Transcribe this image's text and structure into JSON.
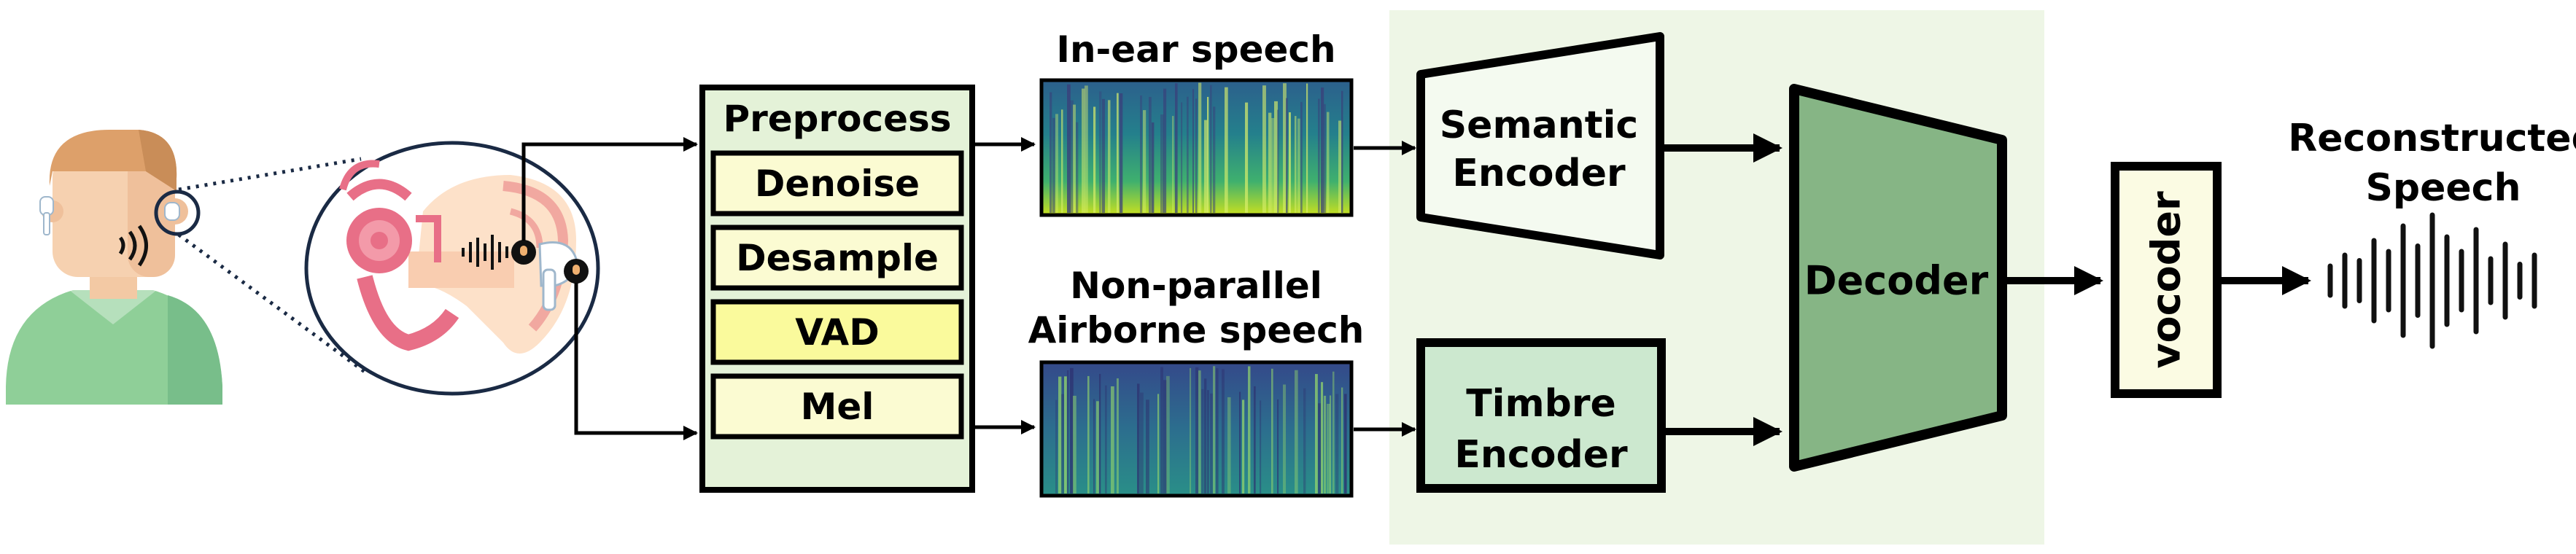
{
  "preprocess": {
    "title": "Preprocess",
    "steps": [
      "Denoise",
      "Desample",
      "VAD",
      "Mel"
    ]
  },
  "spectrograms": {
    "in_ear_title": "In-ear speech",
    "airborne_title_line1": "Non-parallel",
    "airborne_title_line2": "Airborne speech"
  },
  "encoders": {
    "semantic_line1": "Semantic",
    "semantic_line2": "Encoder",
    "timbre_line1": "Timbre",
    "timbre_line2": "Encoder"
  },
  "decoder": {
    "label": "Decoder"
  },
  "vocoder": {
    "label": "vocoder"
  },
  "output": {
    "line1": "Reconstructed",
    "line2": "Speech"
  },
  "colors": {
    "preprocess_bg": "#e4f2d8",
    "step_bg": "#fbfbd2",
    "vad_bg": "#fafa9c",
    "model_panel_bg": "#eef6e6",
    "semantic_bg": "#f4faf0",
    "timbre_bg": "#cce8cf",
    "decoder_bg": "#86b585",
    "vocoder_bg": "#fbfbe3"
  },
  "icons": [
    "person-icon",
    "earbud-icon",
    "ear-anatomy-icon",
    "microphone-icon",
    "sound-wave-icon"
  ]
}
